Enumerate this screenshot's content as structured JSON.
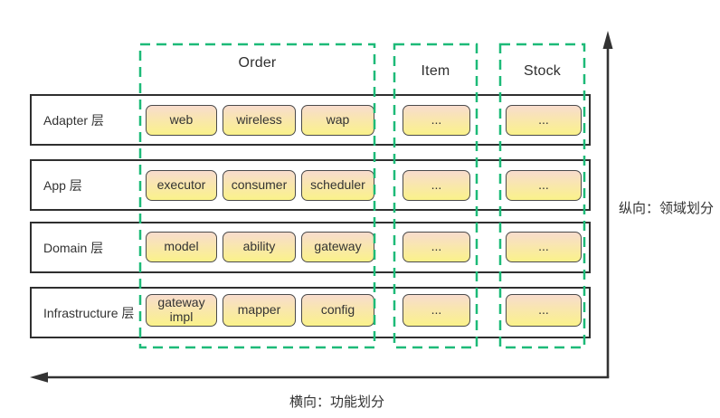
{
  "columns": [
    {
      "label": "Order"
    },
    {
      "label": "Item"
    },
    {
      "label": "Stock"
    }
  ],
  "layers": [
    {
      "label": "Adapter 层",
      "cells": {
        "order": [
          "web",
          "wireless",
          "wap"
        ],
        "item": "...",
        "stock": "..."
      }
    },
    {
      "label": "App 层",
      "cells": {
        "order": [
          "executor",
          "consumer",
          "scheduler"
        ],
        "item": "...",
        "stock": "..."
      }
    },
    {
      "label": "Domain 层",
      "cells": {
        "order": [
          "model",
          "ability",
          "gateway"
        ],
        "item": "...",
        "stock": "..."
      }
    },
    {
      "label": "Infrastructure 层",
      "cells": {
        "order": [
          "gateway impl",
          "mapper",
          "config"
        ],
        "item": "...",
        "stock": "..."
      }
    }
  ],
  "axes": {
    "vertical_label": "纵向：领域划分",
    "horizontal_label": "横向：功能划分"
  },
  "colors": {
    "column_dashed_border": "#1dba78",
    "box_gradient_top": "#f8dccd",
    "box_gradient_bottom": "#faf28a",
    "line_dark": "#333333"
  }
}
